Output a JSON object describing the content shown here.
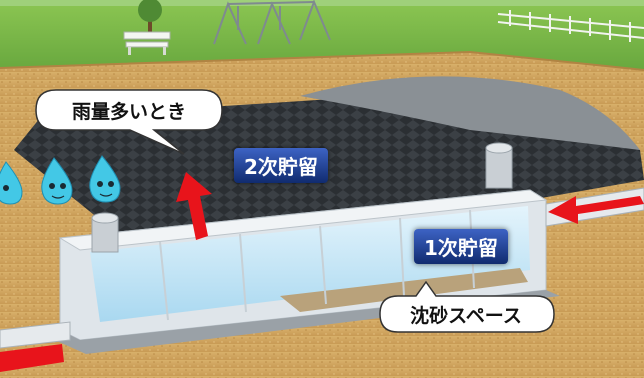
{
  "labels": {
    "heavy_rain": "雨量多いとき",
    "secondary_storage": "2次貯留",
    "primary_storage": "1次貯留",
    "sedimentation_space": "沈砂スペース"
  },
  "colors": {
    "sky_soil": "#d9b46f",
    "grass": "#7fbf4a",
    "gravel_top": "#2f3336",
    "concrete": "#e9eef2",
    "water": "#bfe3f6",
    "flow_arrow": "#e8141b",
    "label_box": "#1a3d8f",
    "bubble": "#ffffff",
    "droplet": "#43c8e6"
  },
  "icons": [
    "water-droplet-mascot-icon",
    "flow-arrow-icon",
    "bench-icon",
    "swing-icon"
  ]
}
